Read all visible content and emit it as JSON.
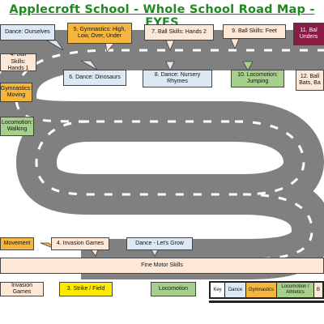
{
  "title": "Applecroft School - Whole School Road Map - EYFS",
  "units": {
    "dance_ourselves": "Dance: Ourselves",
    "gym_high_low": "5. Gymnastics: High, Low, Over, Under",
    "ball_hands2": "7. Ball Skills: Hands 2",
    "ball_feet": "9. Ball Skills: Feet",
    "unit11": "11. Bal Unders",
    "ball_hands1": "4. Ball Skills: Hands 1",
    "dance_dinosaurs": "6. Dance: Dinosaurs",
    "dance_nursery": "8. Dance: Nursery Rhymes",
    "loco_jumping": "10. Locomotion: Jumping",
    "unit12": "12. Ball Bats, Ba",
    "gym_moving": "Gymnastics: Moving",
    "loco_walking": "Locomotion: Walking",
    "movement": "Movement",
    "invasion4": "4. Invasion Games",
    "dance_grow": "Dance - Let's Grow",
    "fine_motor": "Fine Motor Skills",
    "invasion_games": "Invasion Games",
    "strike_field": "3. Strike / Field",
    "locomotion": "Locomotion"
  },
  "key": {
    "label": "Key",
    "dance": "Dance",
    "gymnastics": "Gymnastics",
    "locomotion": "Locomotion / Athletics",
    "ball": "B"
  },
  "colors": {
    "title": "#1f8a1f",
    "road": "#777777",
    "dance": "#dce9f5",
    "gymnastics": "#f4b63f",
    "locomotion": "#a8d08d",
    "ball_skills": "#fde8d8",
    "strike_field": "#ffea00"
  }
}
